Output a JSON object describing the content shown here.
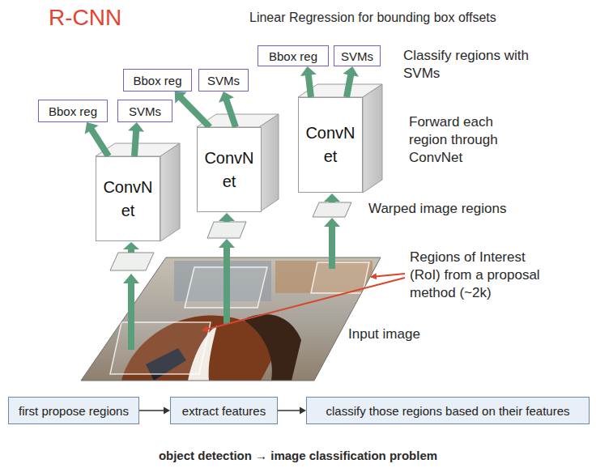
{
  "diagram": {
    "title": "R-CNN",
    "nodes": [
      {
        "text": [
          "Bbox reg"
        ]
      },
      {
        "text": [
          "SVMs"
        ]
      },
      {
        "text": [
          "ConvN et"
        ]
      },
      {
        "text": [
          "Bbox reg"
        ]
      },
      {
        "text": [
          "SVMs"
        ]
      },
      {
        "text": [
          "ConvN et"
        ]
      },
      {
        "text": [
          "Bbox reg"
        ]
      },
      {
        "text": [
          "SVMs"
        ]
      },
      {
        "text": [
          "ConvN et"
        ]
      },
      {
        "text": [
          "first propose regions"
        ]
      },
      {
        "text": [
          "extract features"
        ]
      },
      {
        "text": [
          "classify those regions based on their features"
        ]
      }
    ],
    "edges": [
      {
        "from": 2,
        "to": 0,
        "arrow": "to"
      },
      {
        "from": 2,
        "to": 1,
        "arrow": "to"
      },
      {
        "from": 5,
        "to": 3,
        "arrow": "to"
      },
      {
        "from": 5,
        "to": 4,
        "arrow": "to"
      },
      {
        "from": 8,
        "to": 6,
        "arrow": "to"
      },
      {
        "from": 8,
        "to": 7,
        "arrow": "to"
      },
      {
        "from": 9,
        "to": 10,
        "arrow": "to"
      },
      {
        "from": 10,
        "to": 11,
        "arrow": "to"
      }
    ],
    "labels": [
      "Linear Regression for bounding box offsets",
      "Classify regions with SVMs",
      "Forward each region through ConvNet",
      "Warped image regions",
      "Regions of Interest (RoI) from a proposal method (~2k)",
      "Input image",
      "object detection → image classification problem"
    ]
  }
}
